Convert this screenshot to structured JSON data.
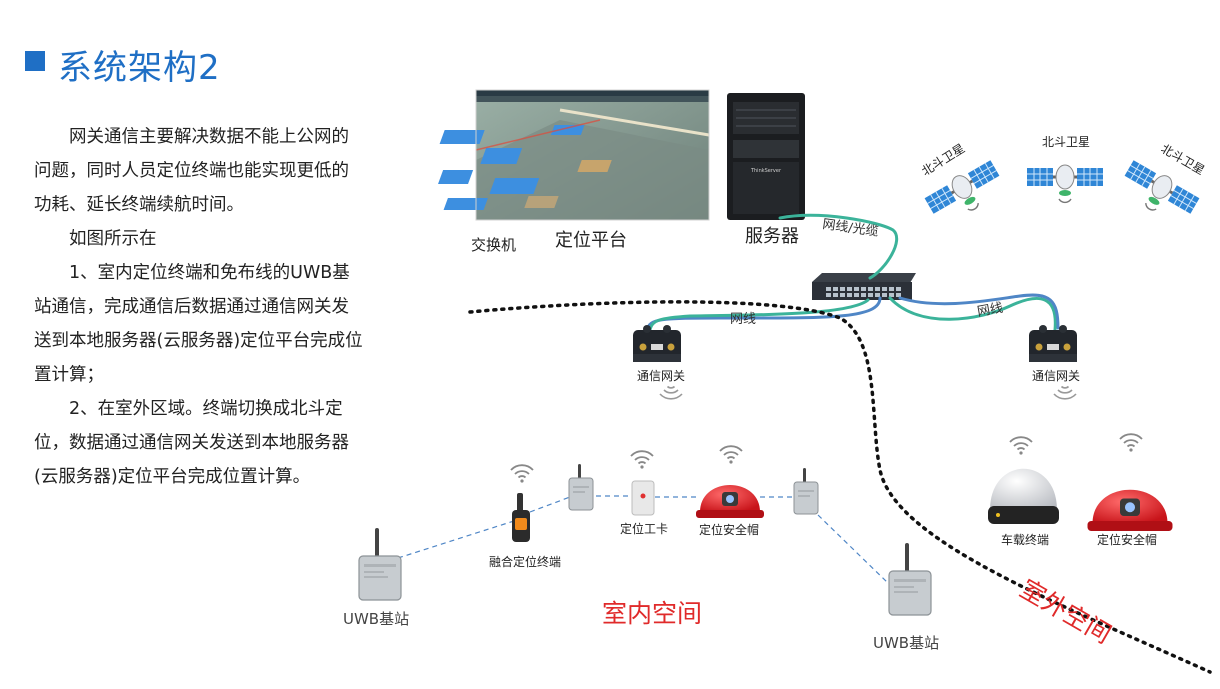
{
  "title": "系统架构2",
  "description": {
    "p1": "网关通信主要解决数据不能上公网的问题，同时人员定位终端也能实现更低的功耗、延长终端续航时间。",
    "p2": "如图所示在",
    "p3": "1、室内定位终端和免布线的UWB基站通信，完成通信后数据通过通信网关发送到本地服务器(云服务器)定位平台完成位置计算；",
    "p4": "2、在室外区域。终端切换成北斗定位，数据通过通信网关发送到本地服务器(云服务器)定位平台完成位置计算。"
  },
  "diagram": {
    "switch_label": "交换机",
    "platform_label": "定位平台",
    "server_label": "服务器",
    "server_brand": "ThinkServer",
    "link_fiber": "网线/光缆",
    "link_cable_left": "网线",
    "link_cable_right": "网线",
    "gateway_left": "通信网关",
    "gateway_right": "通信网关",
    "satellites": [
      "北斗卫星",
      "北斗卫星",
      "北斗卫星"
    ],
    "terminal_fusion": "融合定位终端",
    "terminal_card": "定位工卡",
    "helmet_indoor": "定位安全帽",
    "vehicle_terminal": "车载终端",
    "helmet_outdoor": "定位安全帽",
    "uwb_left": "UWB基站",
    "uwb_right": "UWB基站",
    "indoor_space": "室内空间",
    "outdoor_space": "室外空间"
  },
  "colors": {
    "accent": "#1f6fc5",
    "zone_label": "#e02a2a",
    "cable_blue": "#4f86c6",
    "cable_green": "#3bb39a"
  }
}
